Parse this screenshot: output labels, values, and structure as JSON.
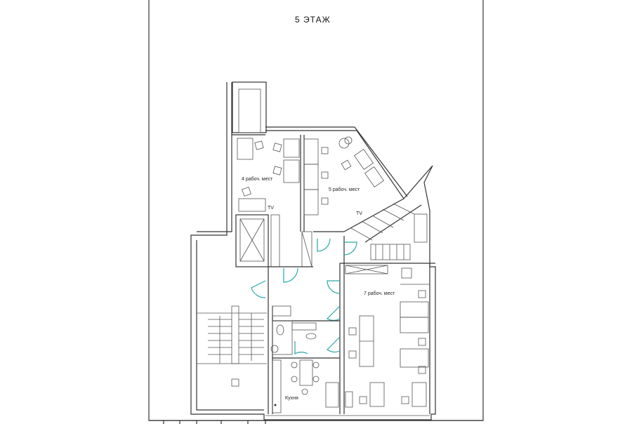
{
  "sheet": {
    "title": "5 ЭТАЖ"
  },
  "rooms": {
    "office_a": "4 рабоч. мест",
    "office_b": "5 рабоч. мест",
    "office_c": "7 рабоч. мест",
    "kitchen": "Кухня"
  },
  "equipment": {
    "tv_a": "TV",
    "tv_b": "TV"
  },
  "colors": {
    "walls": "#333333",
    "doors": "#2aa7a7"
  }
}
